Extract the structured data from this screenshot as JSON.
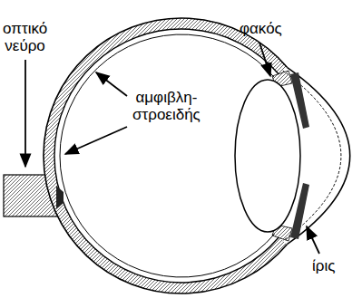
{
  "diagram": {
    "labels": [
      "οπτικό νεύρο",
      "φακός",
      "αμφιβλη- στροειδής",
      "ίρις"
    ]
  }
}
